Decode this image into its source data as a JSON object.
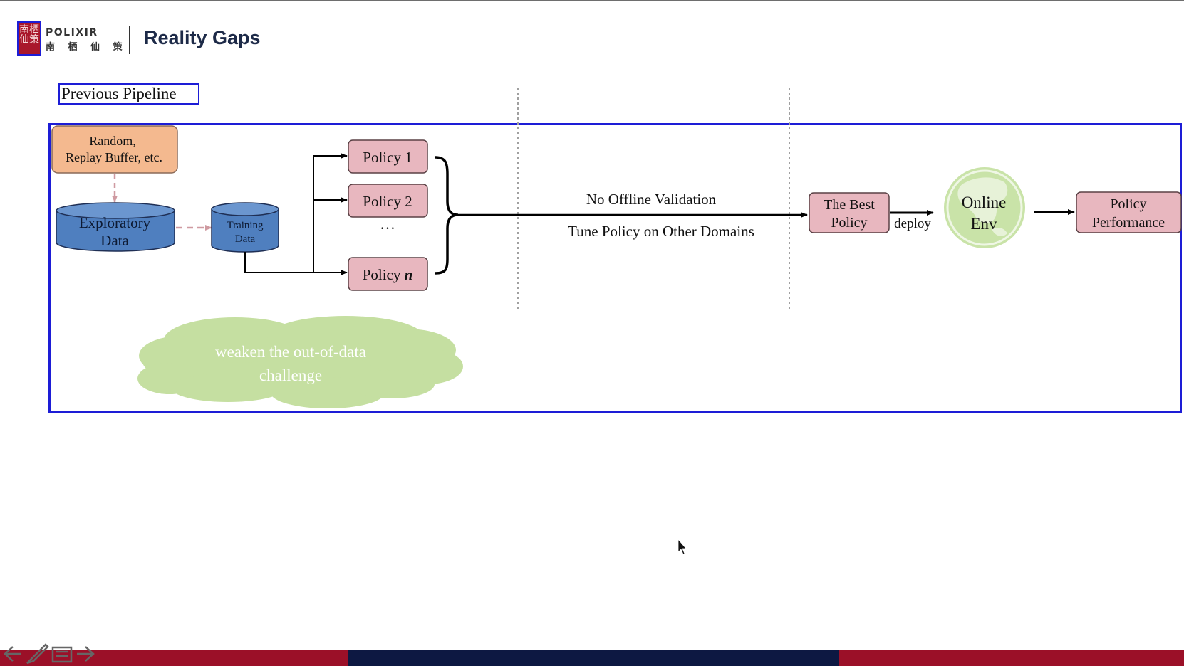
{
  "header": {
    "seal_text": "南栖仙策",
    "brand_en": "POLIXIR",
    "brand_cn": "南 栖 仙 策",
    "title": "Reality Gaps"
  },
  "section_title": "Previous Pipeline",
  "diagram": {
    "source_box": "Random, | Replay Buffer, etc.",
    "exploratory_line1": "Exploratory",
    "exploratory_line2": "Data",
    "training_line1": "Training",
    "training_line2": "Data",
    "policy1": "Policy 1",
    "policy2": "Policy 2",
    "ellipsis": "…",
    "policyn_prefix": "Policy ",
    "policyn_italic": "n",
    "no_offline": "No Offline Validation",
    "tune_policy": "Tune Policy on Other Domains",
    "best_line1": "The Best",
    "best_line2": "Policy",
    "deploy": "deploy",
    "online_line1": "Online",
    "online_line2": "Env",
    "perf_line1": "Policy",
    "perf_line2": "Performance",
    "cloud_line1": "weaken the out-of-data",
    "cloud_line2": "challenge"
  },
  "colors": {
    "accent_frame": "#1d1dd6",
    "policy_fill": "#e8b7bf",
    "source_fill": "#f4b98f",
    "cylinder_fill": "#4f7fbf",
    "cloud_fill": "#c5dfa1",
    "globe_fill": "#c9e3a8",
    "bar_red": "#9b1028",
    "bar_navy": "#0d1842"
  },
  "icons": [
    "arrow-left-icon",
    "pen-icon",
    "menu-icon",
    "arrow-right-icon",
    "mouse-cursor-icon"
  ]
}
